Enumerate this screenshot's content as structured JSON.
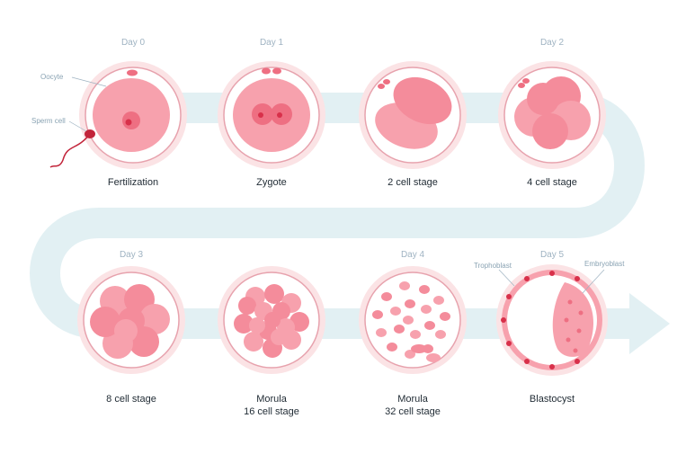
{
  "days": [
    "Day 0",
    "Day 1",
    "Day 2",
    "Day 3",
    "Day 4",
    "Day 5"
  ],
  "stages": [
    {
      "label": "Fertilization",
      "sub": ""
    },
    {
      "label": "Zygote",
      "sub": ""
    },
    {
      "label": "2 cell stage",
      "sub": ""
    },
    {
      "label": "4 cell stage",
      "sub": ""
    },
    {
      "label": "8 cell stage",
      "sub": ""
    },
    {
      "label": "Morula",
      "sub": "16 cell stage"
    },
    {
      "label": "Morula",
      "sub": "32 cell stage"
    },
    {
      "label": "Blastocyst",
      "sub": ""
    }
  ],
  "callouts": {
    "oocyte": "Oocyte",
    "sperm": "Sperm cell",
    "trophoblast": "Trophoblast",
    "embryoblast": "Embryoblast"
  },
  "colors": {
    "path": "#e2f0f3",
    "zona": "#fbe3e5",
    "cell": "#f7a1ad",
    "cell_dark": "#ee6f82",
    "nucleus": "#d8304a",
    "text": "#1f2a33",
    "day_text": "#9fb3c2"
  }
}
